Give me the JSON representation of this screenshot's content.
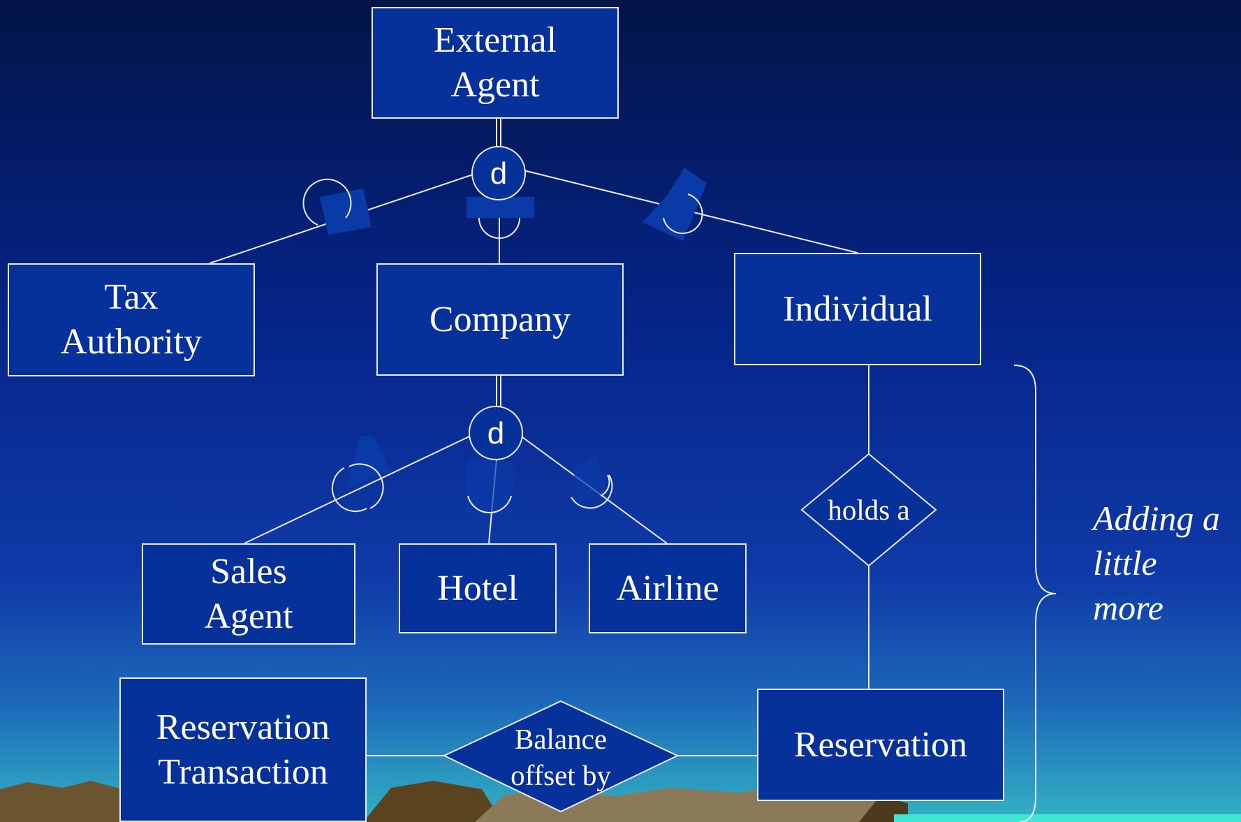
{
  "entities": {
    "external_agent": [
      "External",
      "Agent"
    ],
    "tax_authority": [
      "Tax",
      "Authority"
    ],
    "company": [
      "Company"
    ],
    "individual": [
      "Individual"
    ],
    "sales_agent": [
      "Sales",
      "Agent"
    ],
    "hotel": [
      "Hotel"
    ],
    "airline": [
      "Airline"
    ],
    "reservation_transaction": [
      "Reservation",
      "Transaction"
    ],
    "reservation": [
      "Reservation"
    ]
  },
  "specialization": {
    "top_symbol": "d",
    "company_symbol": "d"
  },
  "relationships": {
    "holds": [
      "holds a"
    ],
    "balance": [
      "Balance",
      "offset by"
    ]
  },
  "note": [
    "Adding a",
    "little",
    "more"
  ],
  "colors": {
    "entity_fill": "#06309a",
    "line": "#e8ecf4",
    "background_top": "#021448",
    "background_bottom": "#33b3c4"
  }
}
